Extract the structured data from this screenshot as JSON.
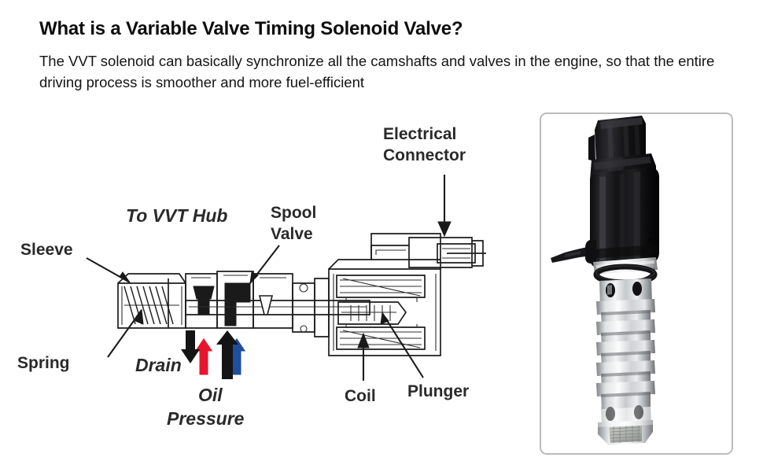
{
  "header": {
    "title": "What is a Variable Valve Timing Solenoid Valve?",
    "subtitle": "The VVT solenoid can basically synchronize all the camshafts and valves in the engine, so that the entire driving process is smoother and more fuel-efficient"
  },
  "diagram": {
    "labels": {
      "sleeve": "Sleeve",
      "to_vvt_hub": "To VVT Hub",
      "spool_valve_line1": "Spool",
      "spool_valve_line2": "Valve",
      "electrical_connector_line1": "Electrical",
      "electrical_connector_line2": "Connector",
      "spring": "Spring",
      "drain": "Drain",
      "oil_pressure_line1": "Oil",
      "oil_pressure_line2": "Pressure",
      "coil": "Coil",
      "plunger": "Plunger"
    },
    "arrows": {
      "hub_flow_red": "red-up-arrow",
      "hub_flow_blue": "blue-up-arrow",
      "drain_flow": "black-down-arrow",
      "oil_pressure_flow": "black-up-arrow"
    },
    "colors": {
      "red_arrow": "#e8142e",
      "blue_arrow": "#1f4e9c",
      "black_arrow": "#141414",
      "line": "#1d1d1d",
      "label_text": "#2a2a2a"
    }
  },
  "product_photo": {
    "alt": "VVT variable valve timing solenoid valve",
    "frame_color": "#bcbcbc",
    "colors": {
      "connector_black": "#1c1c1e",
      "body_black": "#19191b",
      "metal_light": "#e3e5e6",
      "metal_mid": "#b9bcbe",
      "metal_dark": "#83878a",
      "oring_black": "#121214"
    }
  }
}
